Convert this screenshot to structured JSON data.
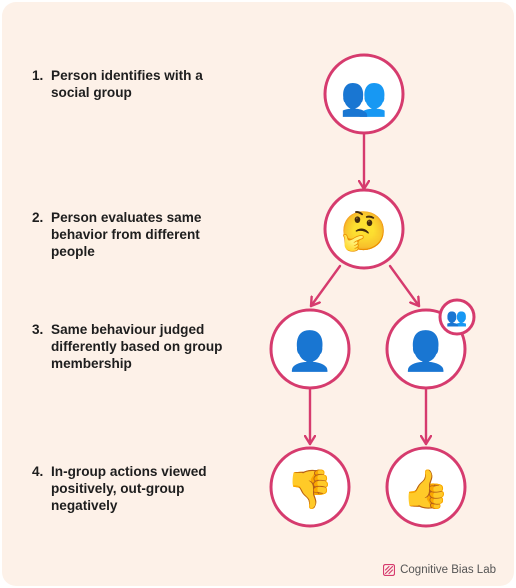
{
  "steps": [
    {
      "number": "1.",
      "text": "Person identifies with a social group"
    },
    {
      "number": "2.",
      "text": "Person evaluates same behavior from different people"
    },
    {
      "number": "3.",
      "text": "Same behaviour judged differently based on group membership"
    },
    {
      "number": "4.",
      "text": "In-group actions viewed positively, out-group negatively"
    }
  ],
  "nodes": [
    {
      "id": "group",
      "icon": "busts-in-silhouette-icon",
      "glyph": "👥"
    },
    {
      "id": "thinking",
      "icon": "thinking-face-icon",
      "glyph": "🤔"
    },
    {
      "id": "out-group-person",
      "icon": "bust-in-silhouette-icon",
      "glyph": "👤"
    },
    {
      "id": "in-group-person",
      "icon": "bust-in-silhouette-icon",
      "glyph": "👤"
    },
    {
      "id": "thumbs-down",
      "icon": "thumbs-down-icon",
      "glyph": "👎"
    },
    {
      "id": "thumbs-up",
      "icon": "thumbs-up-icon",
      "glyph": "👍"
    }
  ],
  "badge": {
    "icon": "busts-in-silhouette-icon",
    "glyph": "👥"
  },
  "brand": {
    "text": "Cognitive Bias Lab",
    "icon": "cognitive-bias-lab-logo-icon"
  },
  "colors": {
    "background": "#fdf1e8",
    "accent": "#d63b6e",
    "text": "#1e1e1e",
    "node_fill": "#ffffff"
  }
}
